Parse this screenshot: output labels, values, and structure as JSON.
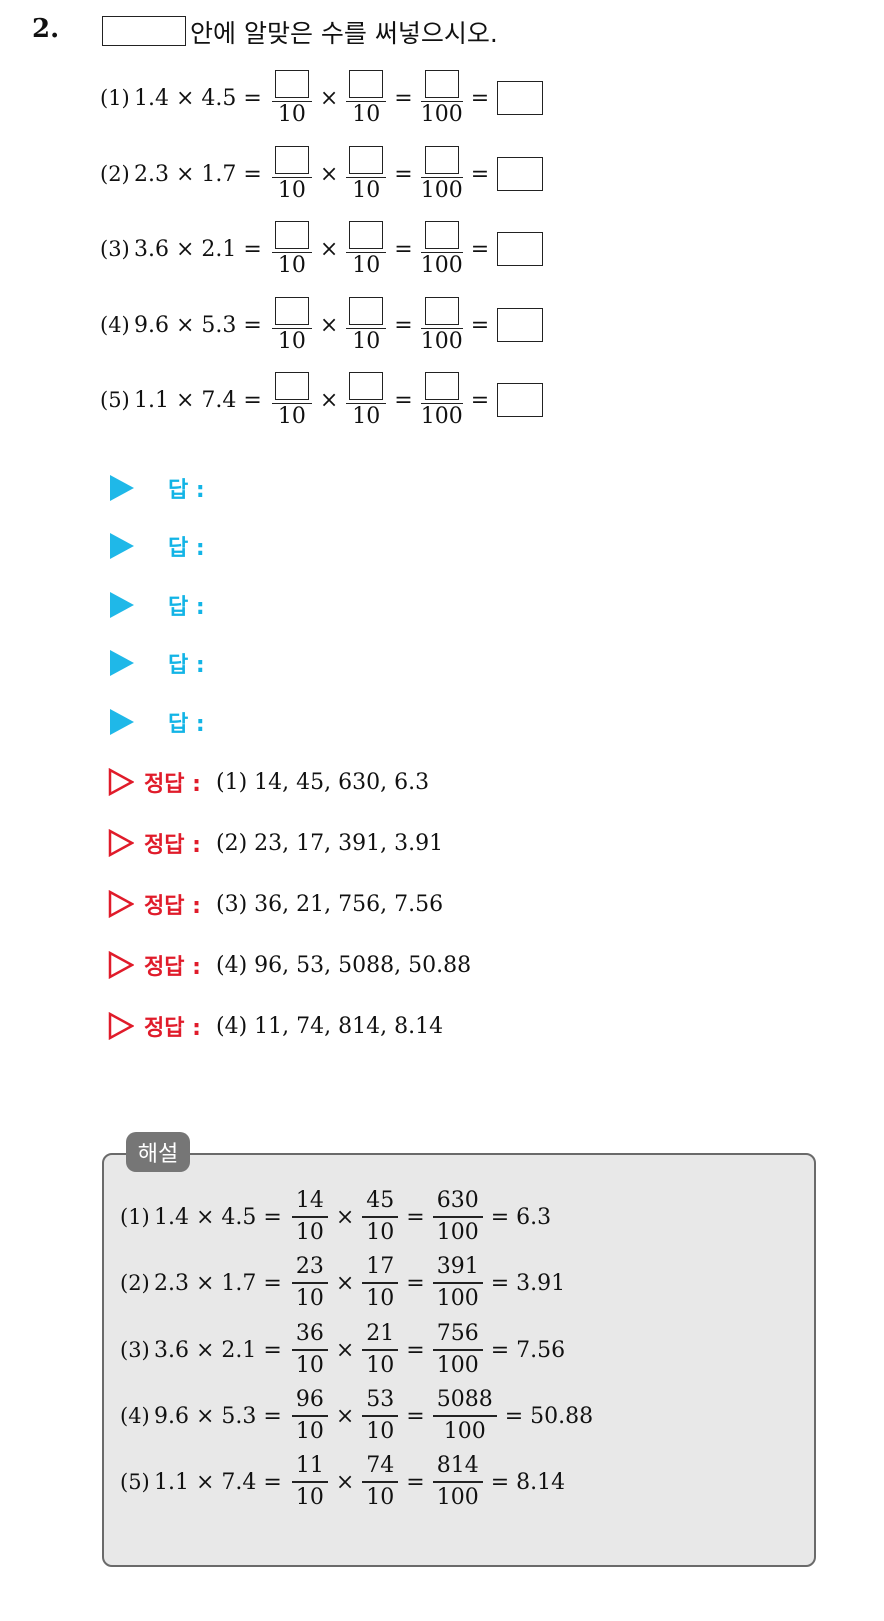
{
  "question": {
    "number": "2.",
    "instruction": "안에 알맞은 수를 써넣으시오."
  },
  "problems": [
    {
      "label": "(1)",
      "expr": "1.4 × 4.5 =",
      "den1": "10",
      "den2": "10",
      "den3": "100"
    },
    {
      "label": "(2)",
      "expr": "2.3 × 1.7 =",
      "den1": "10",
      "den2": "10",
      "den3": "100"
    },
    {
      "label": "(3)",
      "expr": "3.6 × 2.1 =",
      "den1": "10",
      "den2": "10",
      "den3": "100"
    },
    {
      "label": "(4)",
      "expr": "9.6 × 5.3 =",
      "den1": "10",
      "den2": "10",
      "den3": "100"
    },
    {
      "label": "(5)",
      "expr": "1.1 × 7.4 =",
      "den1": "10",
      "den2": "10",
      "den3": "100"
    }
  ],
  "symbols": {
    "times": "×",
    "equals": "="
  },
  "answer_label": "답 :",
  "correct_label": "정답 :",
  "correct_answers": [
    "(1) 14, 45, 630, 6.3",
    "(2) 23, 17, 391, 3.91",
    "(3) 36, 21, 756, 7.56",
    "(4) 96, 53, 5088, 50.88",
    "(4) 11, 74, 814, 8.14"
  ],
  "explanation": {
    "tag": "해설",
    "rows": [
      {
        "label": "(1)",
        "expr": "1.4 × 4.5 =",
        "n1": "14",
        "d1": "10",
        "n2": "45",
        "d2": "10",
        "n3": "630",
        "d3": "100",
        "result": "= 6.3"
      },
      {
        "label": "(2)",
        "expr": "2.3 × 1.7 =",
        "n1": "23",
        "d1": "10",
        "n2": "17",
        "d2": "10",
        "n3": "391",
        "d3": "100",
        "result": "= 3.91"
      },
      {
        "label": "(3)",
        "expr": "3.6 × 2.1 =",
        "n1": "36",
        "d1": "10",
        "n2": "21",
        "d2": "10",
        "n3": "756",
        "d3": "100",
        "result": "= 7.56"
      },
      {
        "label": "(4)",
        "expr": "9.6 × 5.3 =",
        "n1": "96",
        "d1": "10",
        "n2": "53",
        "d2": "10",
        "n3": "5088",
        "d3": "100",
        "result": "= 50.88"
      },
      {
        "label": "(5)",
        "expr": "1.1 × 7.4 =",
        "n1": "11",
        "d1": "10",
        "n2": "74",
        "d2": "10",
        "n3": "814",
        "d3": "100",
        "result": "= 8.14"
      }
    ]
  },
  "colors": {
    "answer_blue": "#12b4e6",
    "correct_red": "#e01b2a",
    "panel_bg": "#e8e8e8",
    "tag_bg": "#767676"
  }
}
